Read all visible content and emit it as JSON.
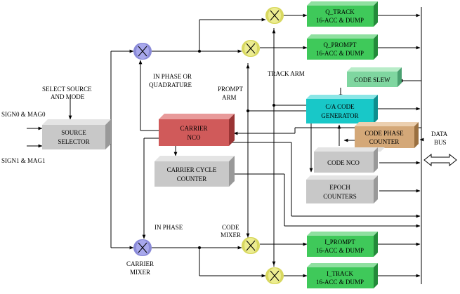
{
  "inputs": {
    "sign0": "SIGN0 & MAG0",
    "sign1": "SIGN1 & MAG1",
    "select": [
      "SELECT SOURCE",
      "AND MODE"
    ]
  },
  "blocks": {
    "source_selector": [
      "SOURCE",
      "SELECTOR"
    ],
    "carrier_nco": [
      "CARRIER",
      "NCO"
    ],
    "carrier_cycle_counter": [
      "CARRIER CYCLE",
      "COUNTER"
    ],
    "q_track": [
      "Q_TRACK",
      "16-ACC & DUMP"
    ],
    "q_prompt": [
      "Q_PROMPT",
      "16-ACC & DUMP"
    ],
    "code_slew": [
      "CODE SLEW"
    ],
    "ca_code_generator": [
      "C/A CODE",
      "GENERATOR"
    ],
    "code_phase_counter": [
      "CODE PHASE",
      "COUNTER"
    ],
    "code_nco": [
      "CODE NCO"
    ],
    "epoch_counters": [
      "EPOCH",
      "COUNTERS"
    ],
    "i_prompt": [
      "I_PROMPT",
      "16-ACC & DUMP"
    ],
    "i_track": [
      "I_TRACK",
      "16-ACC & DUMP"
    ]
  },
  "labels": {
    "in_phase_or_quadrature": [
      "IN PHASE OR",
      "QUADRATURE"
    ],
    "prompt_arm": [
      "PROMPT",
      "ARM"
    ],
    "track_arm": "TRACK ARM",
    "in_phase": "IN PHASE",
    "code_mixer": [
      "CODE",
      "MIXER"
    ],
    "carrier_mixer": [
      "CARRIER",
      "MIXER"
    ],
    "data_bus": [
      "DATA",
      "BUS"
    ]
  },
  "colors": {
    "gray": "#c8c8c8",
    "red": "#d05a5a",
    "green": "#3fc95a",
    "green_light": "#7fd6a0",
    "cyan": "#18c8c8",
    "tan": "#d4a878",
    "mixer_blue": "#8a8ad8",
    "mixer_yellow": "#e0e070"
  }
}
